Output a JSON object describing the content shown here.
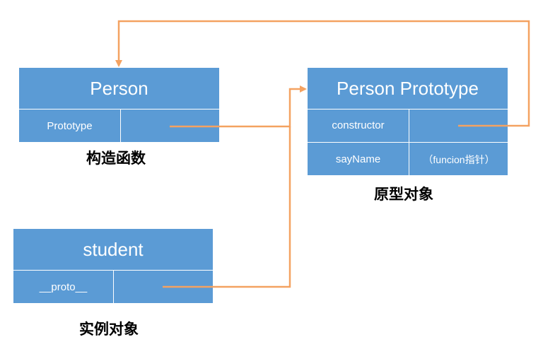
{
  "person": {
    "title": "Person",
    "field_label": "Prototype",
    "caption": "构造函数"
  },
  "prototype": {
    "title": "Person Prototype",
    "row1_label": "constructor",
    "row2_label": "sayName",
    "row2_value": "（funcion指针）",
    "caption": "原型对象"
  },
  "student": {
    "title": "student",
    "field_label": "__proto__",
    "caption": "实例对象"
  },
  "colors": {
    "box_fill": "#5b9bd5",
    "arrow": "#f4a261",
    "text_on_box": "#ffffff"
  }
}
